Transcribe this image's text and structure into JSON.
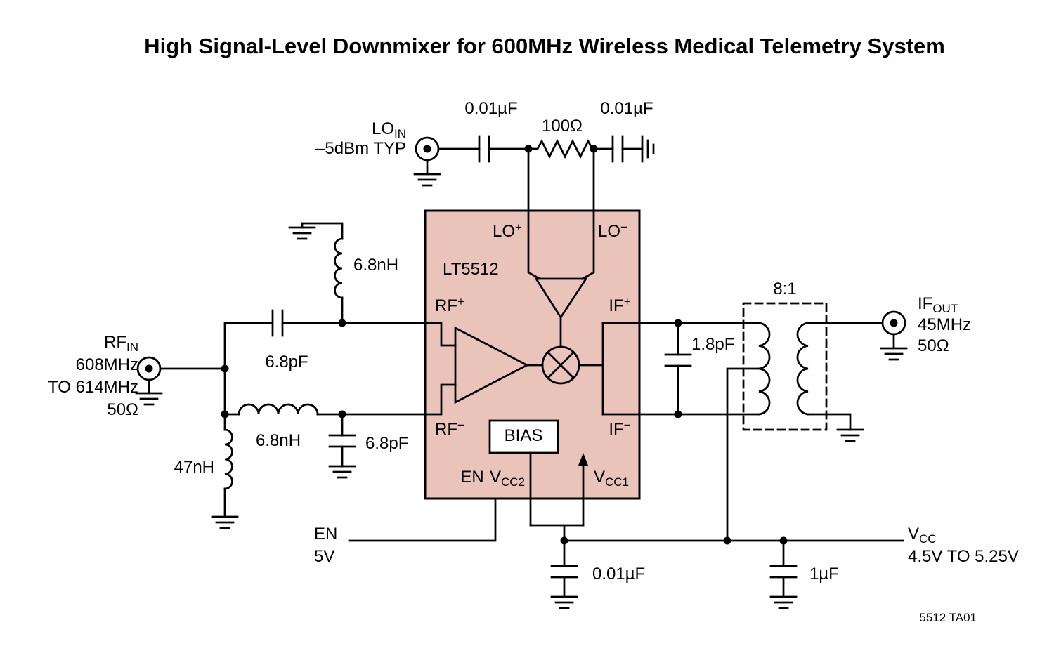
{
  "title": "High Signal-Level Downmixer for 600MHz Wireless Medical Telemetry System",
  "fig_ref": "5512 TA01",
  "colors": {
    "chip_fill": "#eac3ba",
    "line": "#000000",
    "background": "#ffffff"
  },
  "chip": {
    "name": "LT5512",
    "bias_label": "BIAS",
    "pins": {
      "lo_plus": {
        "base": "LO",
        "sup": "+"
      },
      "lo_minus": {
        "base": "LO",
        "sup": "−"
      },
      "rf_plus": {
        "base": "RF",
        "sup": "+"
      },
      "rf_minus": {
        "base": "RF",
        "sup": "−"
      },
      "if_plus": {
        "base": "IF",
        "sup": "+"
      },
      "if_minus": {
        "base": "IF",
        "sup": "−"
      },
      "en": {
        "base": "EN"
      },
      "vcc2": {
        "base": "V",
        "sub": "CC2"
      },
      "vcc1": {
        "base": "V",
        "sub": "CC1"
      }
    }
  },
  "lo_input": {
    "name": {
      "base": "LO",
      "sub": "IN"
    },
    "level": "–5dBm TYP",
    "coupling_cap1": "0.01µF",
    "pad_resistor": "100Ω",
    "coupling_cap2": "0.01µF"
  },
  "rf_input": {
    "name": {
      "base": "RF",
      "sub": "IN"
    },
    "freq_line1": "608MHz",
    "freq_line2": "TO 614MHz",
    "impedance": "50Ω",
    "shunt_inductor_top": "6.8nH",
    "series_cap": "6.8pF",
    "series_inductor": "6.8nH",
    "shunt_cap": "6.8pF",
    "shunt_inductor_bottom": "47nH"
  },
  "if_output": {
    "shunt_cap": "1.8pF",
    "transformer_ratio": "8:1",
    "name": {
      "base": "IF",
      "sub": "OUT"
    },
    "freq": "45MHz",
    "impedance": "50Ω"
  },
  "power": {
    "en_label": "EN",
    "en_value": "5V",
    "vcc": {
      "base": "V",
      "sub": "CC"
    },
    "vcc_range": "4.5V TO 5.25V",
    "bypass_cap1": "0.01µF",
    "bypass_cap2": "1µF"
  }
}
